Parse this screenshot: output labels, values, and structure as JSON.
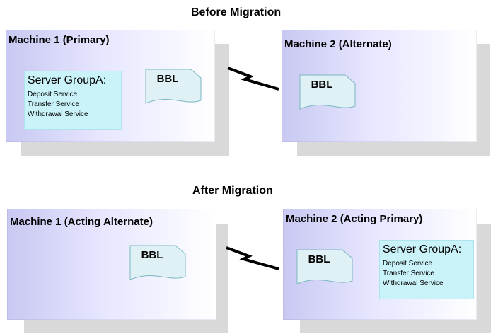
{
  "before": {
    "heading": "Before Migration",
    "machine1": {
      "title": "Machine 1 (Primary)"
    },
    "machine2": {
      "title": "Machine 2 (Alternate)"
    },
    "group": {
      "title": "Server GroupA:",
      "services": [
        "Deposit Service",
        "Transfer Service",
        "Withdrawal Service"
      ]
    },
    "bbl1": "BBL",
    "bbl2": "BBL"
  },
  "after": {
    "heading": "After Migration",
    "machine1": {
      "title": "Machine 1 (Acting Alternate)"
    },
    "machine2": {
      "title": "Machine 2 (Acting Primary)"
    },
    "group": {
      "title": "Server GroupA:",
      "services": [
        "Deposit Service",
        "Transfer Service",
        "Withdrawal Service"
      ]
    },
    "bbl1": "BBL",
    "bbl2": "BBL"
  },
  "colors": {
    "machine_left": "#c8c8f2",
    "machine_right": "#ffffff",
    "group_bg": "#c9f2f9",
    "bbl_fill": "#dff1f4",
    "shadow": "#d9d9d9",
    "link": "#000000"
  }
}
